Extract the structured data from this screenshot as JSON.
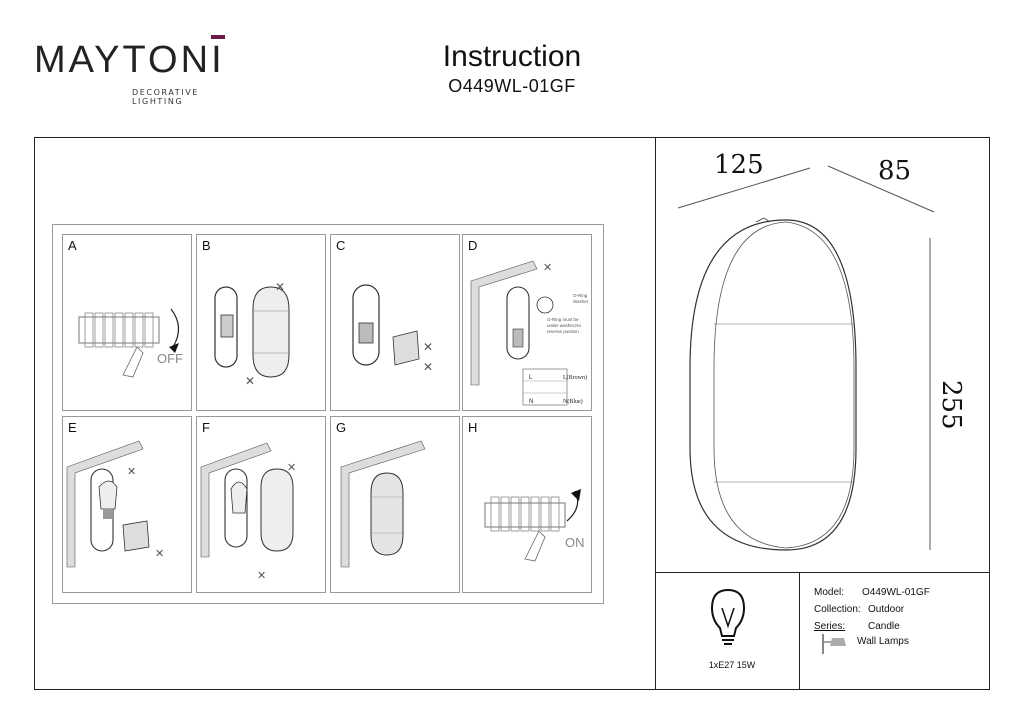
{
  "brand": {
    "name": "MAYTONI",
    "tagline": "DECORATIVE LIGHTING",
    "accent": "#6b1a4a"
  },
  "header": {
    "title": "Instruction",
    "model": "O449WL-01GF"
  },
  "steps": [
    {
      "label": "A",
      "switch_text": "OFF"
    },
    {
      "label": "B"
    },
    {
      "label": "C"
    },
    {
      "label": "D",
      "notes": [
        "O-Ring",
        "Washer",
        "O-Ring must be",
        "under washer,No",
        "reverse position",
        "L(Brown)",
        "N(Blue)",
        "L",
        "N"
      ]
    },
    {
      "label": "E"
    },
    {
      "label": "F"
    },
    {
      "label": "G"
    },
    {
      "label": "H",
      "switch_text": "ON"
    }
  ],
  "dimensions": {
    "width": "125",
    "depth": "85",
    "height": "255"
  },
  "bulb": {
    "spec": "1xE27 15W",
    "icon": "bulb-icon"
  },
  "specs": {
    "model_label": "Model:",
    "model_value": "O449WL-01GF",
    "collection_label": "Collection:",
    "collection_value": "Outdoor",
    "series_label": "Series:",
    "series_value": "Candle",
    "type_value": "Wall Lamps",
    "type_icon": "wall-lamp-icon"
  }
}
